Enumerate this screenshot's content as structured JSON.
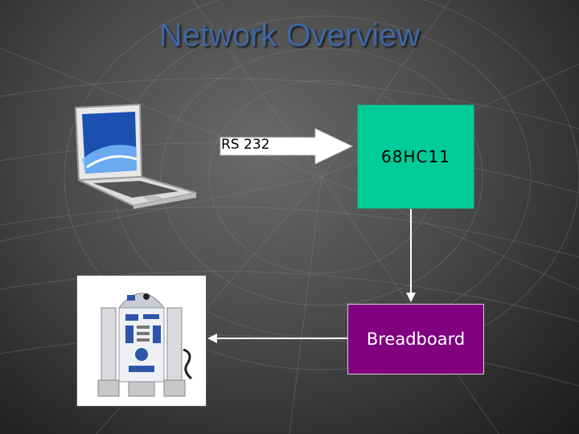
{
  "title": "Network Overview",
  "nodes": {
    "laptop": {
      "icon": "laptop-icon"
    },
    "robot": {
      "icon": "r2d2-robot-image"
    },
    "hc11": {
      "label": "68HC11",
      "color": "#00cc99"
    },
    "breadboard": {
      "label": "Breadboard",
      "color": "#800080"
    }
  },
  "edges": [
    {
      "from": "laptop",
      "to": "hc11",
      "label": "RS 232"
    },
    {
      "from": "hc11",
      "to": "breadboard",
      "label": ""
    },
    {
      "from": "breadboard",
      "to": "robot",
      "label": ""
    }
  ],
  "colors": {
    "title": "#3f67a3",
    "background": "#4a4a4a"
  }
}
